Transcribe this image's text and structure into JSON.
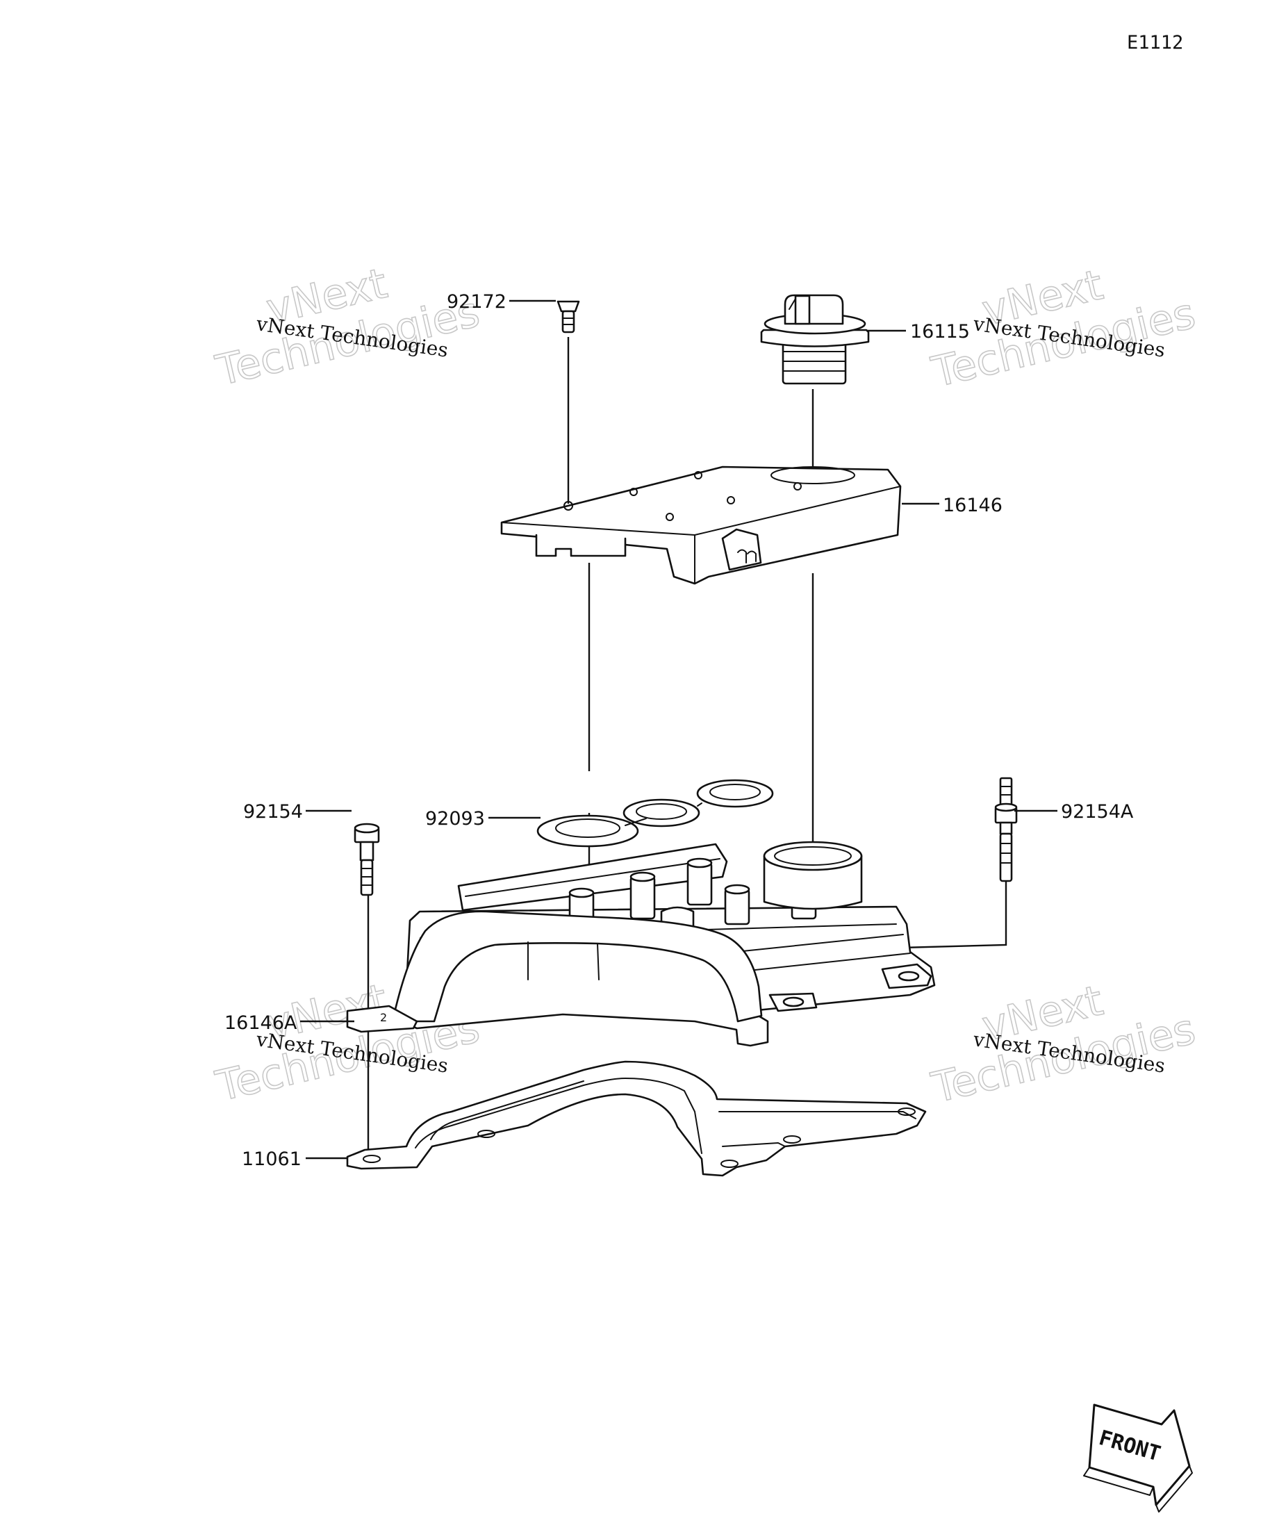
{
  "diagram_code": "E1112",
  "parts": [
    {
      "id": "p92172",
      "number": "92172"
    },
    {
      "id": "p16115",
      "number": "16115"
    },
    {
      "id": "p16146",
      "number": "16146"
    },
    {
      "id": "p92093",
      "number": "92093"
    },
    {
      "id": "p92154",
      "number": "92154"
    },
    {
      "id": "p92154A",
      "number": "92154A"
    },
    {
      "id": "p16146A",
      "number": "16146A"
    },
    {
      "id": "p11061",
      "number": "11061"
    }
  ],
  "watermark": {
    "line_small": "vNext Technologies",
    "line_big_1": "vNext",
    "line_big_2": "Technologies"
  },
  "front_arrow": {
    "label": "FRONT"
  },
  "colors": {
    "ink": "#111111",
    "watermark": "#c8c8c8",
    "background": "#ffffff"
  }
}
